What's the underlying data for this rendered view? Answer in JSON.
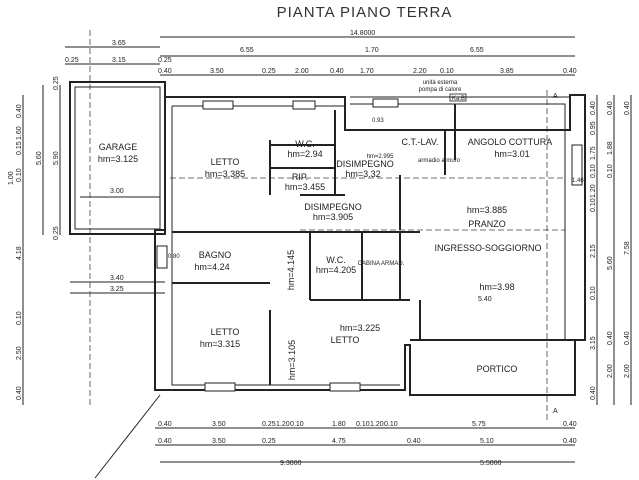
{
  "title": "PIANTA PIANO TERRA",
  "top_dimensions": {
    "overall": "14.8000",
    "row1": [
      "3.65",
      "6.55",
      "1.70",
      "6.55"
    ],
    "row2": [
      "0.25",
      "3.15",
      "0.25"
    ],
    "row3": [
      "0.40",
      "3.50",
      "0.25",
      "2.00",
      "0.40",
      "1.70",
      "2.20",
      "0.10",
      "3.85",
      "0.40"
    ]
  },
  "bottom_dimensions": {
    "row1": [
      "0.40",
      "3.50",
      "0.25",
      "1.20",
      "0.10",
      "1.80",
      "0.10",
      "1.20",
      "0.10",
      "5.75",
      "0.40"
    ],
    "row2": [
      "0.40",
      "3.50",
      "0.25",
      "4.75",
      "0.40",
      "5.10",
      "0.40"
    ],
    "totals": [
      "9.3000",
      "5.5000"
    ]
  },
  "left_dimensions": {
    "outer": [
      "0.40",
      "1.60",
      "0.15",
      "1.00",
      "0.10",
      "4.18",
      "0.10",
      "2.50",
      "0.40"
    ],
    "inner": [
      "0.25",
      "5.60",
      "5.90",
      "0.25"
    ]
  },
  "right_dimensions": {
    "outer": [
      "0.40",
      "0.95",
      "1.75",
      "0.10",
      "1.20",
      "0.10",
      "2.15",
      "0.10",
      "3.15",
      "0.40"
    ],
    "mid": [
      "0.40",
      "1.88",
      "0.10",
      "5.60",
      "0.40",
      "2.00"
    ],
    "total": "7.58",
    "total_row": [
      "0.40",
      "0.40",
      "2.00"
    ]
  },
  "rooms": [
    {
      "name": "GARAGE",
      "height": "hm=3.125"
    },
    {
      "name": "LETTO",
      "height": "hm=3.385"
    },
    {
      "name": "W.C.",
      "height": "hm=2.94"
    },
    {
      "name": "RIP.",
      "height": "hm=3.455"
    },
    {
      "name": "DISIMPEGNO",
      "height": "hm=3.32"
    },
    {
      "name": "C.T.-LAV.",
      "height": ""
    },
    {
      "name": "ANGOLO COTTURA",
      "height": "hm=3.01"
    },
    {
      "name": "DISIMPEGNO",
      "height": "hm=3.905"
    },
    {
      "name": "PRANZO",
      "height": "hm=3.885"
    },
    {
      "name": "BAGNO",
      "height": "hm=4.24"
    },
    {
      "name": "W.C.",
      "height": "hm=4.205"
    },
    {
      "name": "CABINA ARMAD.",
      "height": ""
    },
    {
      "name": "INGRESSO-SOGGIORNO",
      "height": "hm=3.98"
    },
    {
      "name": "LETTO",
      "height": "hm=3.315"
    },
    {
      "name": "LETTO",
      "height": "hm=3.225"
    },
    {
      "name": "PORTICO",
      "height": ""
    }
  ],
  "corridor_heights": [
    "hm=4.145",
    "hm=3.105",
    "hm=2.995"
  ],
  "annotations": {
    "external_unit": "unità esterna",
    "heat_pump": "pompa di calore",
    "ka": "Ka.B",
    "section_label": "A",
    "garage_width": "3.00",
    "pranzo_width": "5.40",
    "bagno_dims": [
      "3.40",
      "3.25"
    ],
    "window_1": "0.80",
    "window_2": "1.46",
    "ct_dim": "0.93",
    "armadio": "armadio a muro"
  }
}
